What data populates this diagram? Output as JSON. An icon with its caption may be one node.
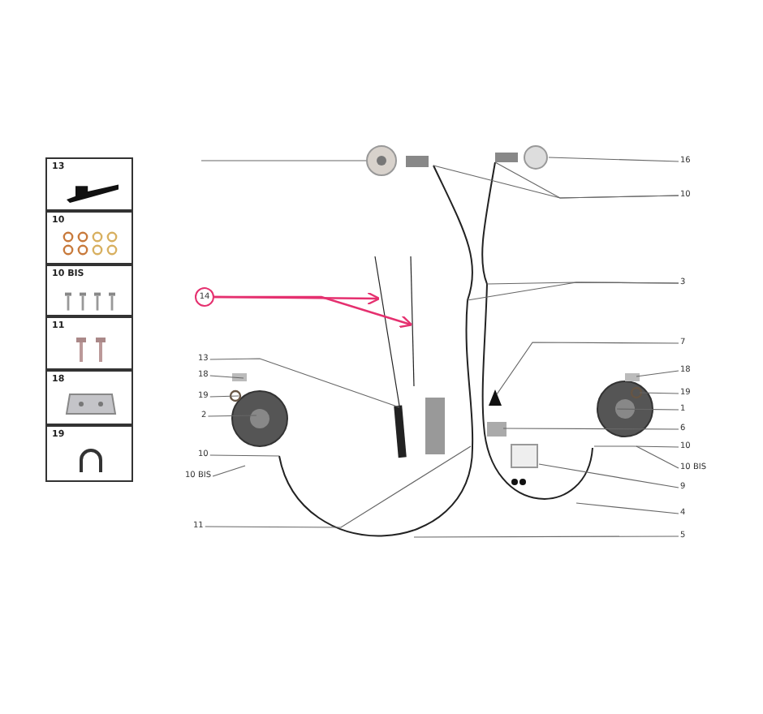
{
  "diagram": {
    "nodes": [
      {
        "text": [
          "13"
        ]
      },
      {
        "text": [
          "10"
        ]
      },
      {
        "text": [
          "10 BIS"
        ]
      },
      {
        "text": [
          "11"
        ]
      },
      {
        "text": [
          "18"
        ]
      },
      {
        "text": [
          "19"
        ]
      },
      {
        "text": [
          "16"
        ]
      },
      {
        "text": [
          "10"
        ]
      },
      {
        "text": [
          "3"
        ]
      },
      {
        "text": [
          "14"
        ]
      },
      {
        "text": [
          "7"
        ]
      },
      {
        "text": [
          "13"
        ]
      },
      {
        "text": [
          "18"
        ]
      },
      {
        "text": [
          "18"
        ]
      },
      {
        "text": [
          "19"
        ]
      },
      {
        "text": [
          "19"
        ]
      },
      {
        "text": [
          "1"
        ]
      },
      {
        "text": [
          "2"
        ]
      },
      {
        "text": [
          "6"
        ]
      },
      {
        "text": [
          "10"
        ]
      },
      {
        "text": [
          "10"
        ]
      },
      {
        "text": [
          "10 BIS"
        ]
      },
      {
        "text": [
          "10 BIS"
        ]
      },
      {
        "text": [
          "9"
        ]
      },
      {
        "text": [
          "4"
        ]
      },
      {
        "text": [
          "11"
        ]
      },
      {
        "text": [
          "5"
        ]
      }
    ],
    "edges": [
      {
        "from": 6,
        "to": null,
        "arrow": "none"
      },
      {
        "from": 7,
        "to": null,
        "arrow": "none"
      },
      {
        "from": 7,
        "to": null,
        "arrow": "none"
      },
      {
        "from": 8,
        "to": null,
        "arrow": "none"
      },
      {
        "from": 8,
        "to": null,
        "arrow": "none"
      },
      {
        "from": 9,
        "to": null,
        "arrow": "to",
        "color": "#e5306f"
      },
      {
        "from": 9,
        "to": null,
        "arrow": "to",
        "color": "#e5306f"
      },
      {
        "from": 10,
        "to": null,
        "arrow": "none"
      },
      {
        "from": 11,
        "to": null,
        "arrow": "none"
      },
      {
        "from": 12,
        "to": null,
        "arrow": "none"
      },
      {
        "from": 13,
        "to": null,
        "arrow": "none"
      },
      {
        "from": 14,
        "to": null,
        "arrow": "none"
      },
      {
        "from": 15,
        "to": null,
        "arrow": "none"
      },
      {
        "from": 16,
        "to": null,
        "arrow": "none"
      },
      {
        "from": 17,
        "to": null,
        "arrow": "none"
      },
      {
        "from": 18,
        "to": null,
        "arrow": "none"
      },
      {
        "from": 19,
        "to": null,
        "arrow": "none"
      },
      {
        "from": 20,
        "to": null,
        "arrow": "none"
      },
      {
        "from": 21,
        "to": null,
        "arrow": "none"
      },
      {
        "from": 22,
        "to": null,
        "arrow": "none"
      },
      {
        "from": 23,
        "to": null,
        "arrow": "none"
      },
      {
        "from": 24,
        "to": null,
        "arrow": "none"
      },
      {
        "from": 25,
        "to": null,
        "arrow": "none"
      },
      {
        "from": 26,
        "to": null,
        "arrow": "none"
      }
    ]
  }
}
